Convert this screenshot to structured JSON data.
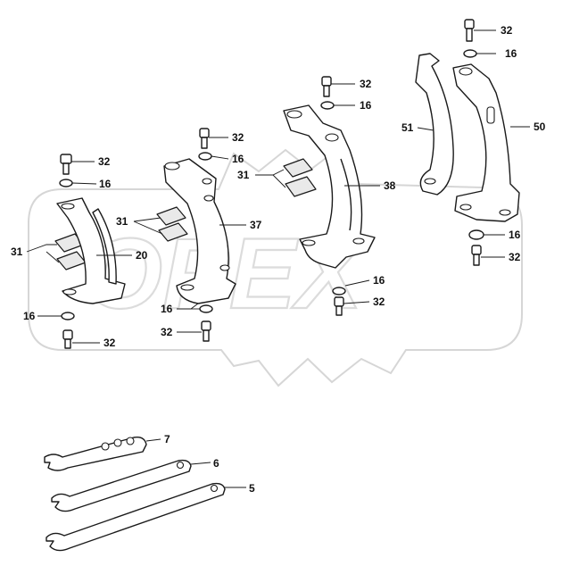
{
  "watermark": {
    "text": "OPEX"
  },
  "callouts": {
    "c32_top_right": "32",
    "c16_top_right": "16",
    "c32_upper_mid": "32",
    "c16_upper_mid": "16",
    "c32_mid": "32",
    "c16_mid": "16",
    "c32_left": "32",
    "c16_left": "16",
    "c51": "51",
    "c50": "50",
    "c31_mid": "31",
    "c38": "38",
    "c37": "37",
    "c31_left_top": "31",
    "c31_left": "31",
    "c20": "20",
    "c16_right": "16",
    "c32_right": "32",
    "c16_lower_mid": "16",
    "c32_lower_mid": "32",
    "c16_lower_left": "16",
    "c32_lower_left": "32",
    "c16_bottom_left": "16",
    "c32_bottom_left": "32",
    "c7": "7",
    "c6": "6",
    "c5": "5"
  }
}
